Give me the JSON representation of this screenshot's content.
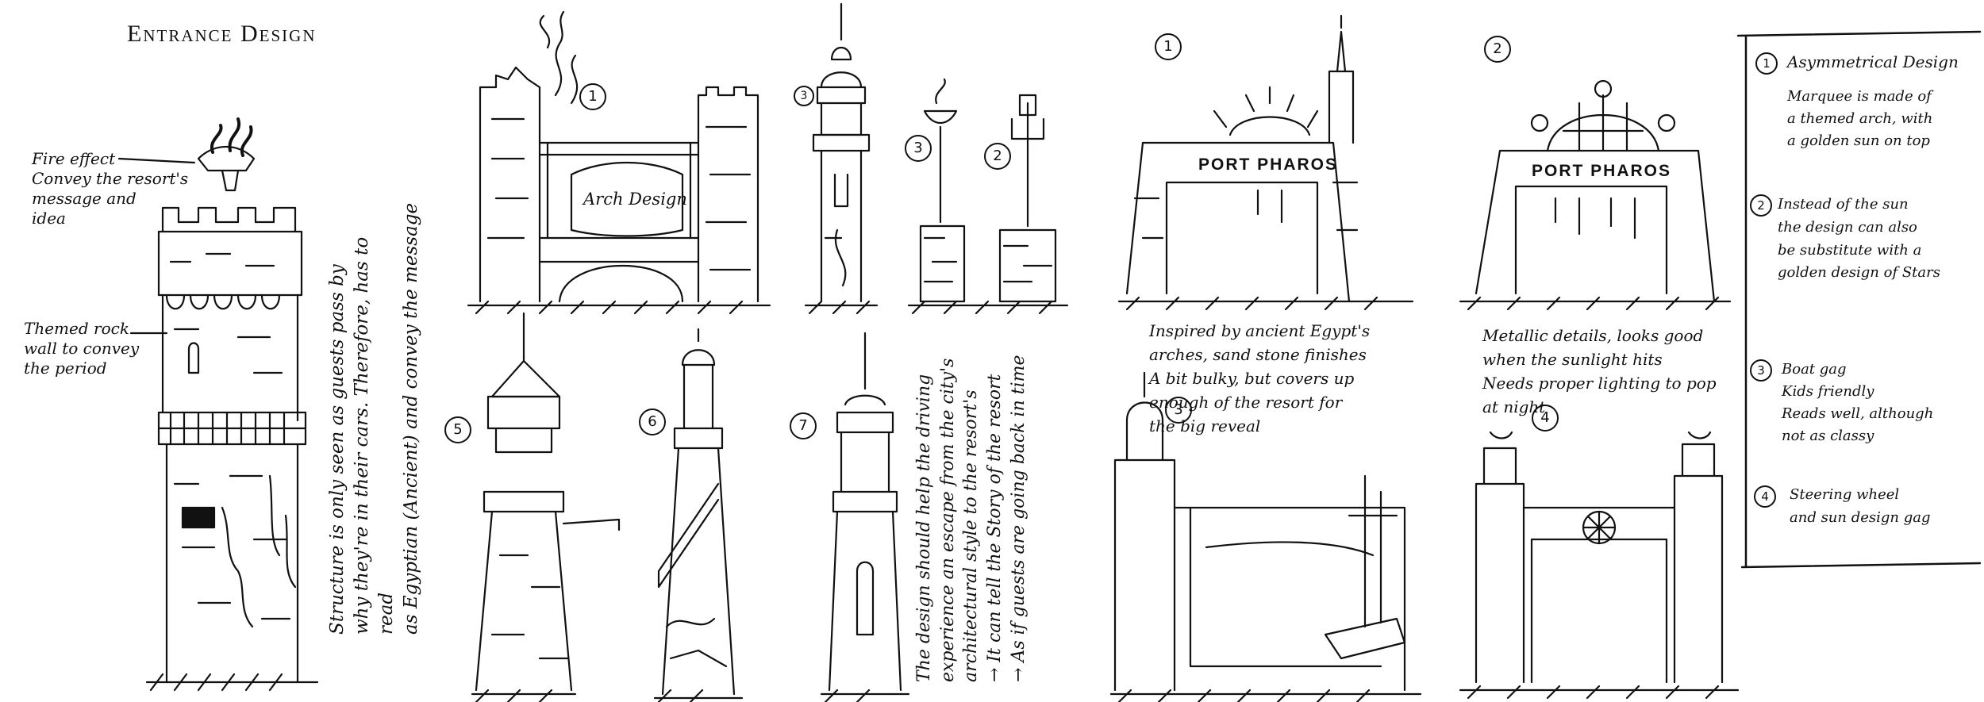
{
  "title": "Entrance Design",
  "tower_annotations": {
    "fire": "Fire effect\nConvey the resort's\nmessage and\nidea",
    "rock": "Themed rock\nwall to convey\nthe period"
  },
  "vertical_notes": {
    "structure": "Structure is only seen as guests pass by\nwhy they're in their cars. Therefore, has to read\nas Egyptian (Ancient) and convey the message",
    "design": "The design should help the driving\nexperience an escape from the city's\narchitectural style to the resort's\n→ It can tell the Story of the resort\n→ As if guests are going back in time"
  },
  "sketch_labels": {
    "arch_design": "Arch Design",
    "port_sign_1": "PORT PHAROS",
    "port_sign_2": "PORT PHAROS"
  },
  "numbers": {
    "arch": "1",
    "minaret": "3",
    "lamp1": "3",
    "lamp2": "2",
    "lighthouse5": "5",
    "lighthouse6": "6",
    "lighthouse7": "7",
    "concept1": "1",
    "concept2": "2",
    "concept3": "3",
    "concept4": "4"
  },
  "concept_notes": {
    "c1": "Inspired by ancient Egypt's\narches, sand stone finishes\nA bit bulky, but covers up\nenough of the resort for\nthe big reveal",
    "c2": "Metallic details, looks good\nwhen the sunlight hits\nNeeds proper lighting to pop\nat night"
  },
  "side_panel": {
    "n1": "1",
    "h1": "Asymmetrical Design",
    "b1": "Marquee is made of\na themed arch, with\na golden sun on top",
    "n2": "2",
    "b2": "Instead of the sun\nthe design can also\nbe substitute with a\ngolden design of Stars",
    "n3": "3",
    "b3": "Boat gag\nKids friendly\nReads well, although\nnot as classy",
    "n4": "4",
    "b4": "Steering wheel\nand sun design gag"
  }
}
